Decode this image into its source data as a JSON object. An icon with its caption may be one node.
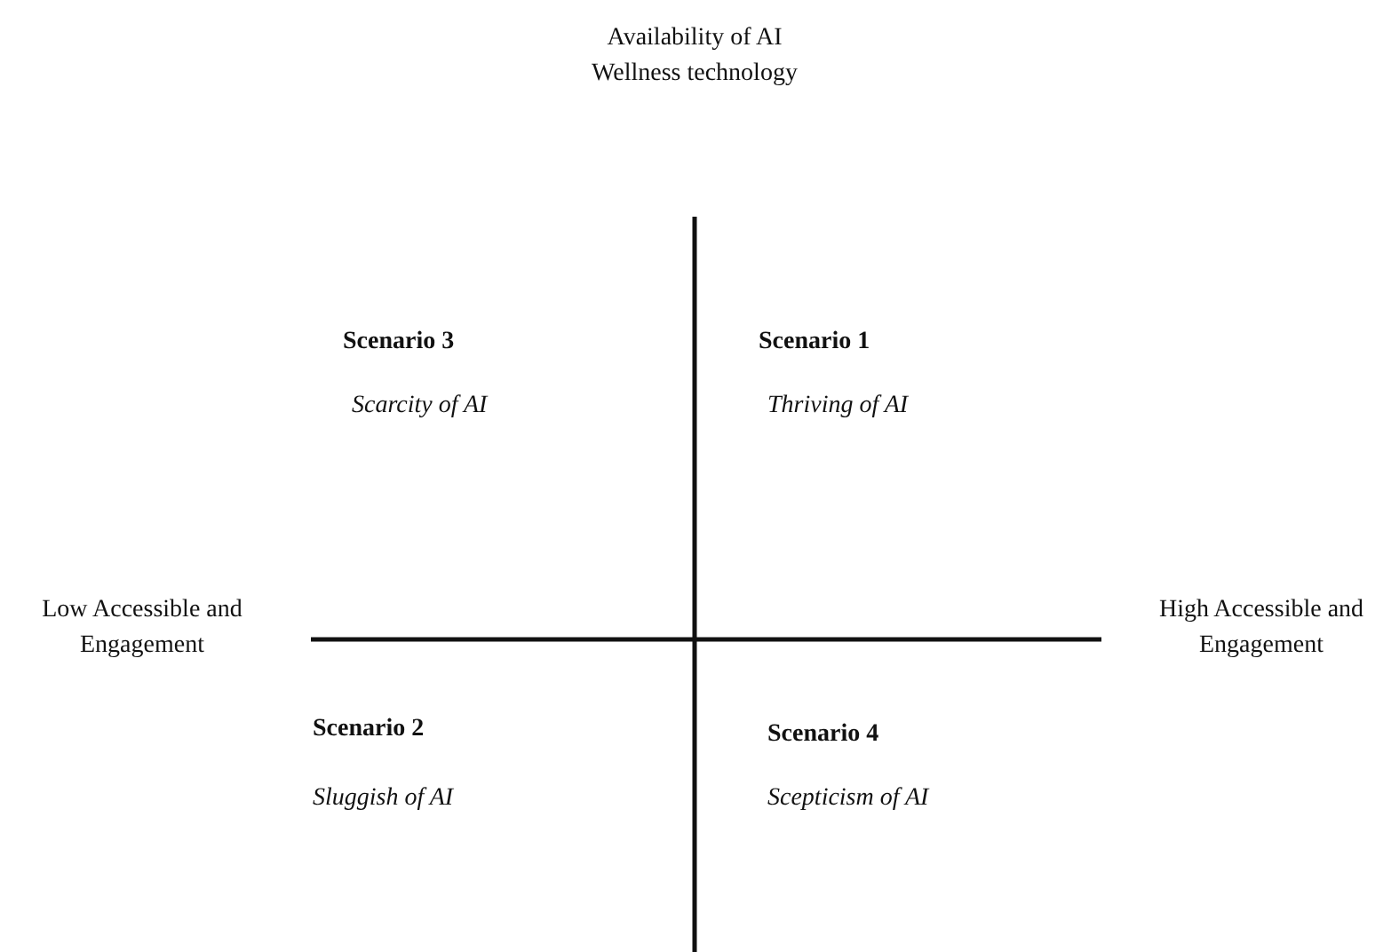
{
  "diagram": {
    "labels": [
      "Availability of AI Wellness technology",
      "Scenario 3",
      "Scenario 1",
      "Scarcity of AI",
      "Thriving of AI",
      "Low Accessible and Engagement",
      "High Accessible and Engagement",
      "Scenario 2",
      "Scenario 4",
      "Sluggish of AI",
      "Scepticism of AI"
    ]
  }
}
